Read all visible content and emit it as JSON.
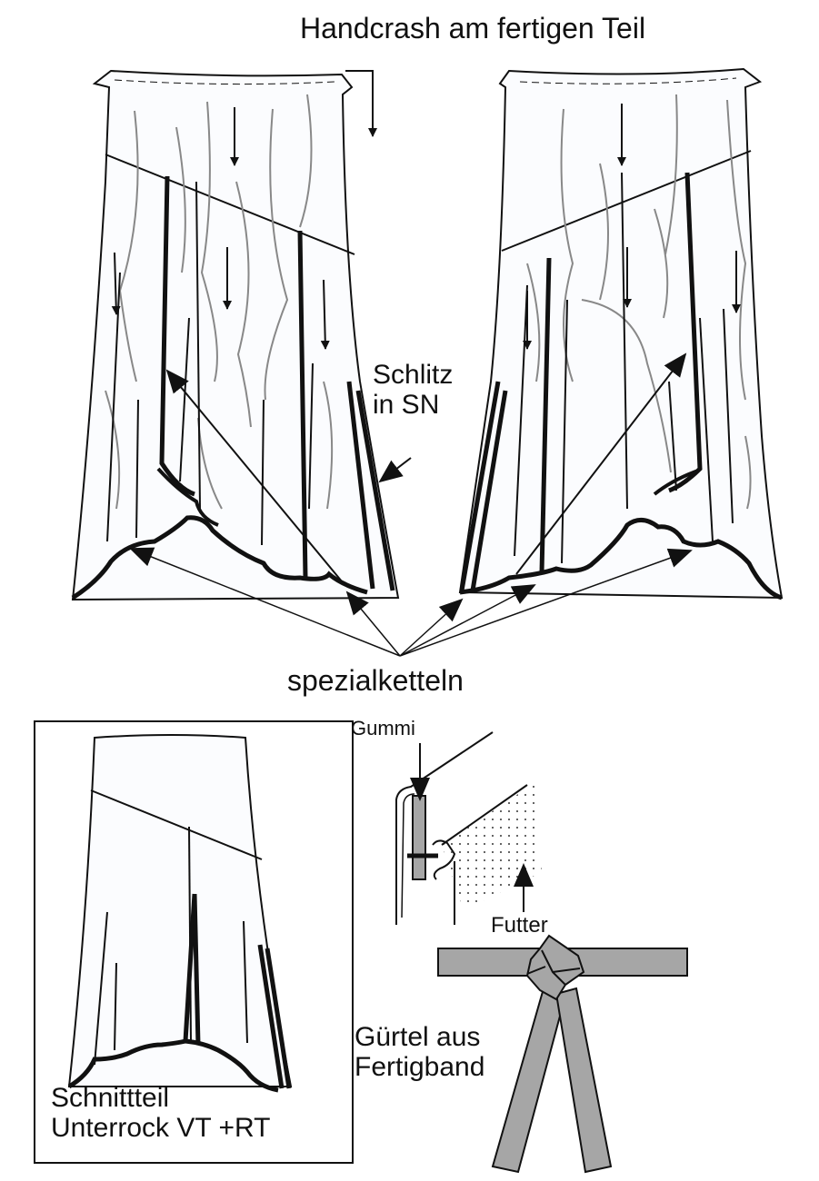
{
  "title": "Handcrash am fertigen Teil",
  "slit_label": [
    "Schlitz",
    "in SN"
  ],
  "special_chain_label": "spezialketteln",
  "elastic_label": "Gummi",
  "lining_label": "Futter",
  "belt_label": [
    "Gürtel aus",
    "Fertigband"
  ],
  "pattern_piece_label": [
    "Schnittteil",
    "Unterrock VT +RT"
  ],
  "colors": {
    "line": "#111111",
    "crash": "#888888",
    "band": "#a6a6a6",
    "fabric": "#fbfcfe"
  }
}
